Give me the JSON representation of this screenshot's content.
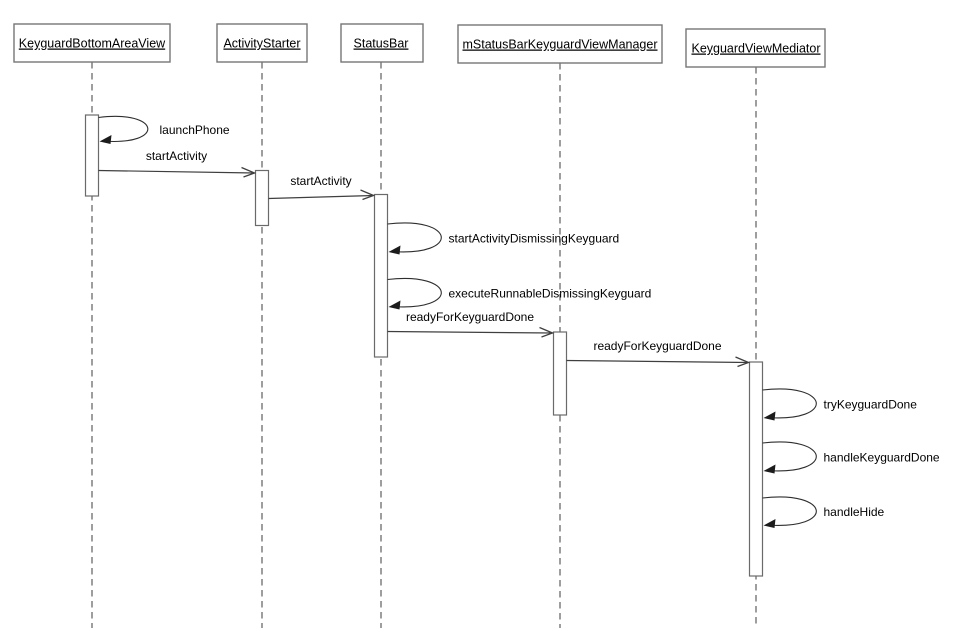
{
  "diagram": {
    "type": "uml-sequence",
    "actors": [
      {
        "name": "KeyguardBottomAreaView"
      },
      {
        "name": "ActivityStarter"
      },
      {
        "name": "StatusBar"
      },
      {
        "name": "mStatusBarKeyguardViewManager"
      },
      {
        "name": "KeyguardViewMediator"
      }
    ],
    "messages": [
      {
        "label": "launchPhone",
        "type": "self",
        "from": "KeyguardBottomAreaView",
        "to": "KeyguardBottomAreaView"
      },
      {
        "label": "startActivity",
        "type": "call",
        "from": "KeyguardBottomAreaView",
        "to": "ActivityStarter"
      },
      {
        "label": "startActivity",
        "type": "call",
        "from": "ActivityStarter",
        "to": "StatusBar"
      },
      {
        "label": "startActivityDismissingKeyguard",
        "type": "self",
        "from": "StatusBar",
        "to": "StatusBar"
      },
      {
        "label": "executeRunnableDismissingKeyguard",
        "type": "self",
        "from": "StatusBar",
        "to": "StatusBar"
      },
      {
        "label": "readyForKeyguardDone",
        "type": "call",
        "from": "StatusBar",
        "to": "mStatusBarKeyguardViewManager"
      },
      {
        "label": "readyForKeyguardDone",
        "type": "call",
        "from": "mStatusBarKeyguardViewManager",
        "to": "KeyguardViewMediator"
      },
      {
        "label": "tryKeyguardDone",
        "type": "self",
        "from": "KeyguardViewMediator",
        "to": "KeyguardViewMediator"
      },
      {
        "label": "handleKeyguardDone",
        "type": "self",
        "from": "KeyguardViewMediator",
        "to": "KeyguardViewMediator"
      },
      {
        "label": "handleHide",
        "type": "self",
        "from": "KeyguardViewMediator",
        "to": "KeyguardViewMediator"
      }
    ],
    "colors": {
      "background": "#ffffff",
      "line": "#3f3f3f",
      "border": "#767676",
      "text": "#000000"
    }
  }
}
